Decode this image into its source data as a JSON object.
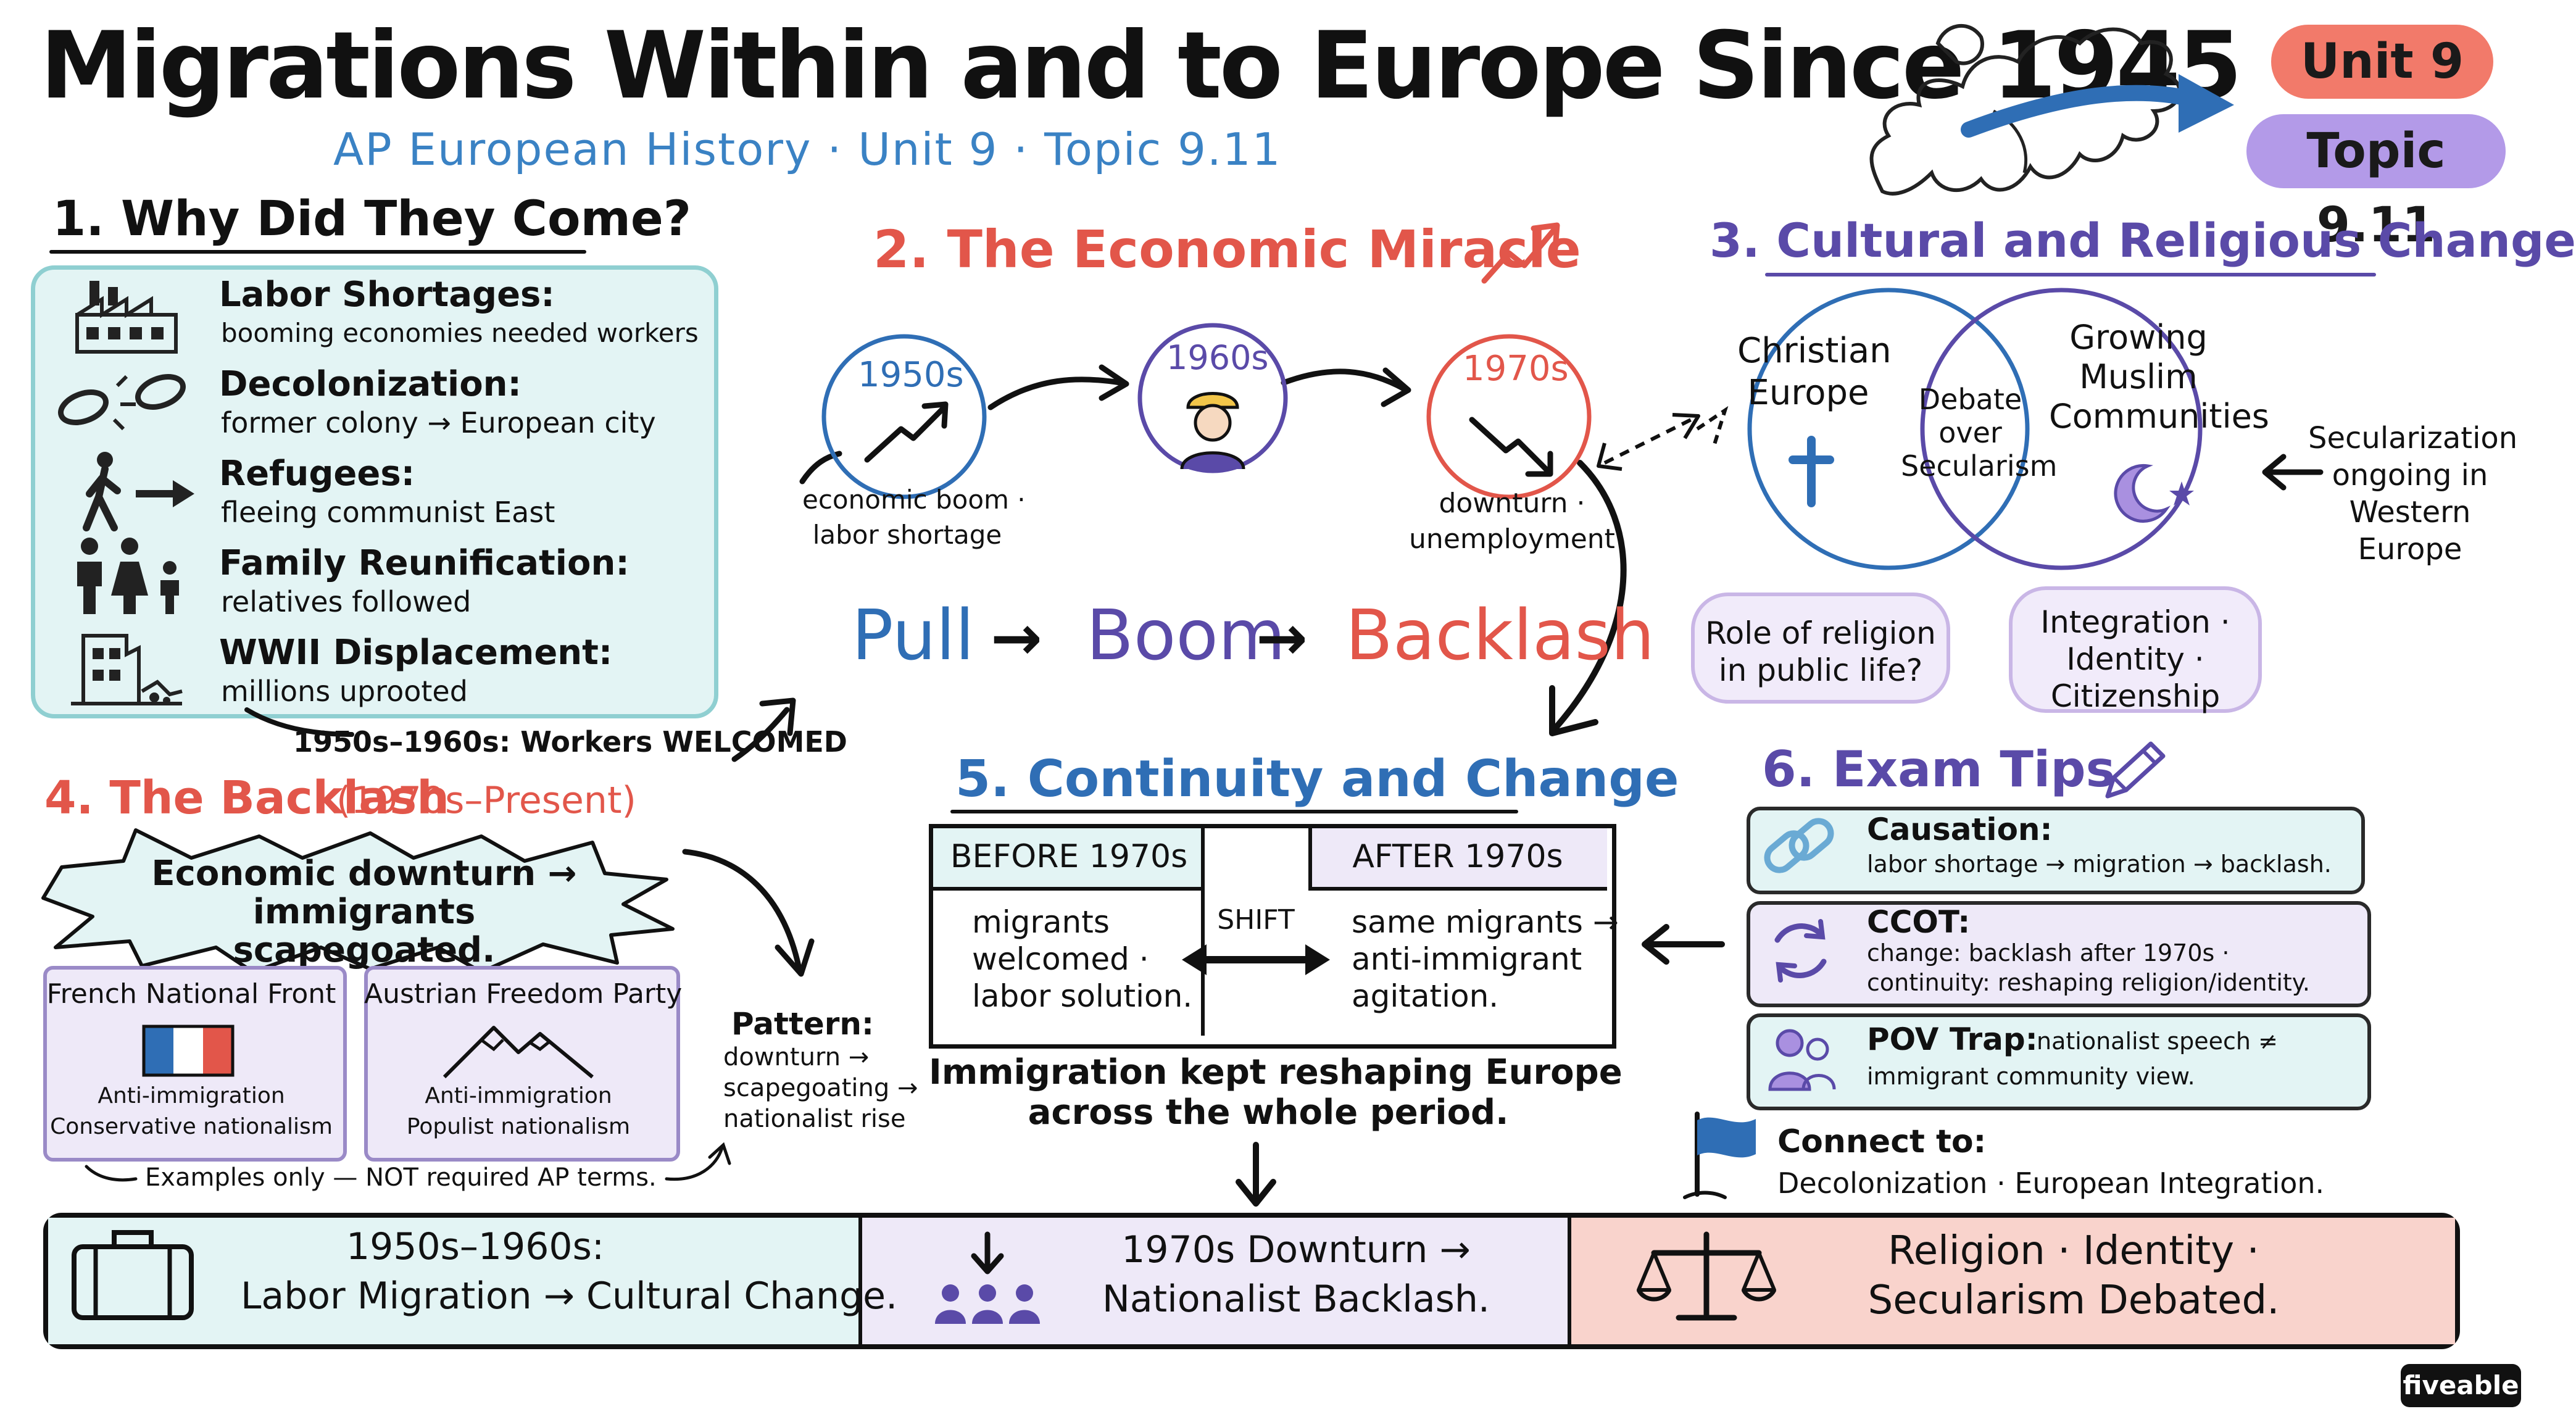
{
  "header": {
    "title": "Migrations Within and to Europe Since 1945",
    "subtitle": "AP European History · Unit 9 · Topic 9.11",
    "unit_badge": "Unit 9",
    "topic_badge": "Topic 9.11"
  },
  "section1": {
    "title": "1. Why Did They Come?",
    "items": [
      {
        "icon": "factory-icon",
        "heading": "Labor Shortages:",
        "detail": "booming economies needed workers"
      },
      {
        "icon": "broken-chain-icon",
        "heading": "Decolonization:",
        "detail": "former colony → European city"
      },
      {
        "icon": "walking-person-icon",
        "heading": "Refugees:",
        "detail": "fleeing communist East"
      },
      {
        "icon": "family-icon",
        "heading": "Family Reunification:",
        "detail": "relatives followed"
      },
      {
        "icon": "ruined-building-icon",
        "heading": "WWII Displacement:",
        "detail": "millions uprooted"
      }
    ],
    "arrow_note": "1950s–1960s: Workers WELCOMED"
  },
  "section2": {
    "title": "2. The Economic Miracle",
    "eras": [
      {
        "label": "1950s",
        "caption_line1": "economic boom ·",
        "caption_line2": "labor shortage"
      },
      {
        "label": "1960s"
      },
      {
        "label": "1970s",
        "caption_line1": "downturn ·",
        "caption_line2": "unemployment"
      }
    ],
    "flow": {
      "pull": "Pull",
      "boom": "Boom",
      "backlash": "Backlash",
      "arrow": "→"
    }
  },
  "section3": {
    "title": "3. Cultural and Religious Change",
    "left_circle": "Christian Europe",
    "overlap": "Debate over Secularism",
    "right_circle": "Growing Muslim Communities",
    "side_note": "Secularization ongoing in Western Europe",
    "bubble_left": "Role of religion in public life?",
    "bubble_right": "Integration · Identity · Citizenship"
  },
  "section4": {
    "title": "4. The Backlash",
    "title_dates": "(1970s–Present)",
    "burst": "Economic downturn → immigrants scapegoated.",
    "parties": [
      {
        "name": "French National Front",
        "line1": "Anti-immigration",
        "line2": "Conservative nationalism"
      },
      {
        "name": "Austrian Freedom Party",
        "line1": "Anti-immigration",
        "line2": "Populist nationalism"
      }
    ],
    "pattern_title": "Pattern:",
    "pattern_lines": [
      "downturn →",
      "scapegoating →",
      "nationalist rise"
    ],
    "examples_note": "Examples only — NOT required AP terms."
  },
  "section5": {
    "title": "5. Continuity and Change",
    "before_header": "BEFORE 1970s",
    "after_header": "AFTER 1970s",
    "shift_label": "SHIFT",
    "before_lines": [
      "migrants",
      "welcomed ·",
      "labor solution."
    ],
    "after_lines": [
      "same migrants →",
      "anti-immigrant",
      "agitation."
    ],
    "summary_lines": [
      "Immigration kept reshaping Europe",
      "across the whole period."
    ]
  },
  "section6": {
    "title": "6. Exam Tips",
    "tips": [
      {
        "icon": "chain-link-icon",
        "heading": "Causation:",
        "line1": "labor shortage → migration → backlash.",
        "line2": ""
      },
      {
        "icon": "cycle-arrows-icon",
        "heading": "CCOT:",
        "line1": "change: backlash after 1970s ·",
        "line2": "continuity: reshaping religion/identity."
      },
      {
        "icon": "people-icon",
        "heading": "POV Trap:",
        "inline": "nationalist speech ≠",
        "line1": "immigrant community view.",
        "line2": ""
      }
    ],
    "connect_label": "Connect to:",
    "connect_value": "Decolonization · European Integration."
  },
  "summary_bar": [
    {
      "icon": "suitcase-icon",
      "line1": "1950s–1960s:",
      "line2": "Labor Migration → Cultural Change."
    },
    {
      "icon": "crowd-down-icon",
      "line1": "1970s Downturn →",
      "line2": "Nationalist Backlash."
    },
    {
      "icon": "scales-icon",
      "line1": "Religion · Identity ·",
      "line2": "Secularism Debated."
    }
  ],
  "brand": "fiveable",
  "colors": {
    "blue": "#2f6eb5",
    "purple": "#5a4aa8",
    "red": "#e2564a",
    "teal_panel": "#e3f4f4",
    "lavender": "#eee9f8",
    "pink": "#f9d3cc",
    "unit_badge": "#f27a6a",
    "topic_badge": "#b39ae8"
  }
}
